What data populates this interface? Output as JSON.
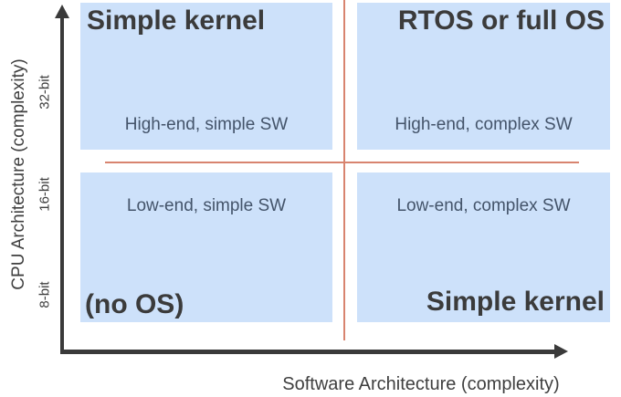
{
  "figure": {
    "x_axis": {
      "label": "Software Architecture (complexity)"
    },
    "y_axis": {
      "label": "CPU Architecture (complexity)",
      "ticks": [
        "8-bit",
        "16-bit",
        "32-bit"
      ]
    },
    "quadrants": {
      "top_left": {
        "title": "Simple kernel",
        "subtitle": "High-end, simple SW"
      },
      "top_right": {
        "title": "RTOS or full OS",
        "subtitle": "High-end, complex SW"
      },
      "bottom_left": {
        "title": "(no OS)",
        "subtitle": "Low-end, simple SW"
      },
      "bottom_right": {
        "title": "Simple kernel",
        "subtitle": "Low-end, complex SW"
      }
    },
    "colors": {
      "quadrant_fill": "#cde1fa",
      "divider": "#d8846f",
      "title_text": "#3b3b3b",
      "subtitle_text": "#44546a",
      "axis": "#3a3a3a"
    }
  }
}
